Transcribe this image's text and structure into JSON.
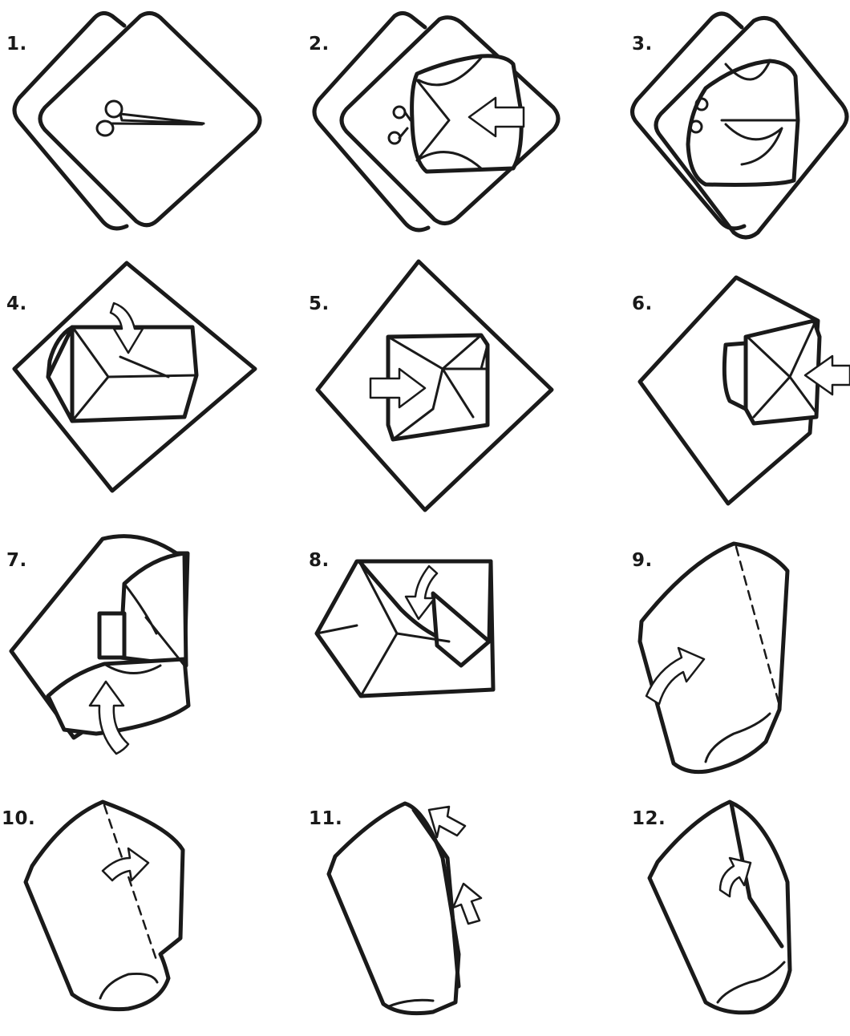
{
  "steps": [
    {
      "label": "1."
    },
    {
      "label": "2."
    },
    {
      "label": "3."
    },
    {
      "label": "4."
    },
    {
      "label": "5."
    },
    {
      "label": "6."
    },
    {
      "label": "7."
    },
    {
      "label": "8."
    },
    {
      "label": "9."
    },
    {
      "label": "10."
    },
    {
      "label": "11."
    },
    {
      "label": "12."
    }
  ],
  "icons": [
    "scissors-icon",
    "fold-arrow-icon",
    "curved-arrow-icon",
    "fold-line"
  ],
  "colors": {
    "ink": "#1a1a1a",
    "paper": "#ffffff"
  }
}
